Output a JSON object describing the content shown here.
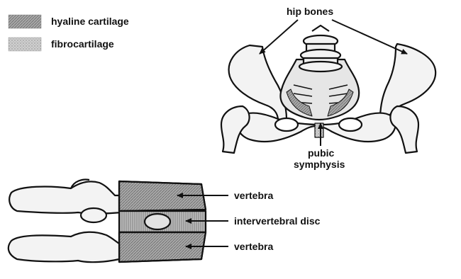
{
  "legend": {
    "items": [
      {
        "label": "hyaline cartilage",
        "color": "#9a9a9a",
        "pattern": "hatched"
      },
      {
        "label": "fibrocartilage",
        "color": "#c4c4c4",
        "pattern": "stippled"
      }
    ]
  },
  "labels": {
    "hip_bones": "hip bones",
    "pubic_symphysis_line1": "pubic",
    "pubic_symphysis_line2": "symphysis",
    "vertebra_top": "vertebra",
    "intervertebral_disc": "intervertebral disc",
    "vertebra_bottom": "vertebra"
  },
  "colors": {
    "ink": "#111111",
    "bone_fill": "#f3f3f3",
    "hyaline": "#9a9a9a",
    "fibro": "#c4c4c4",
    "disc_fill": "#b8b8b8"
  }
}
